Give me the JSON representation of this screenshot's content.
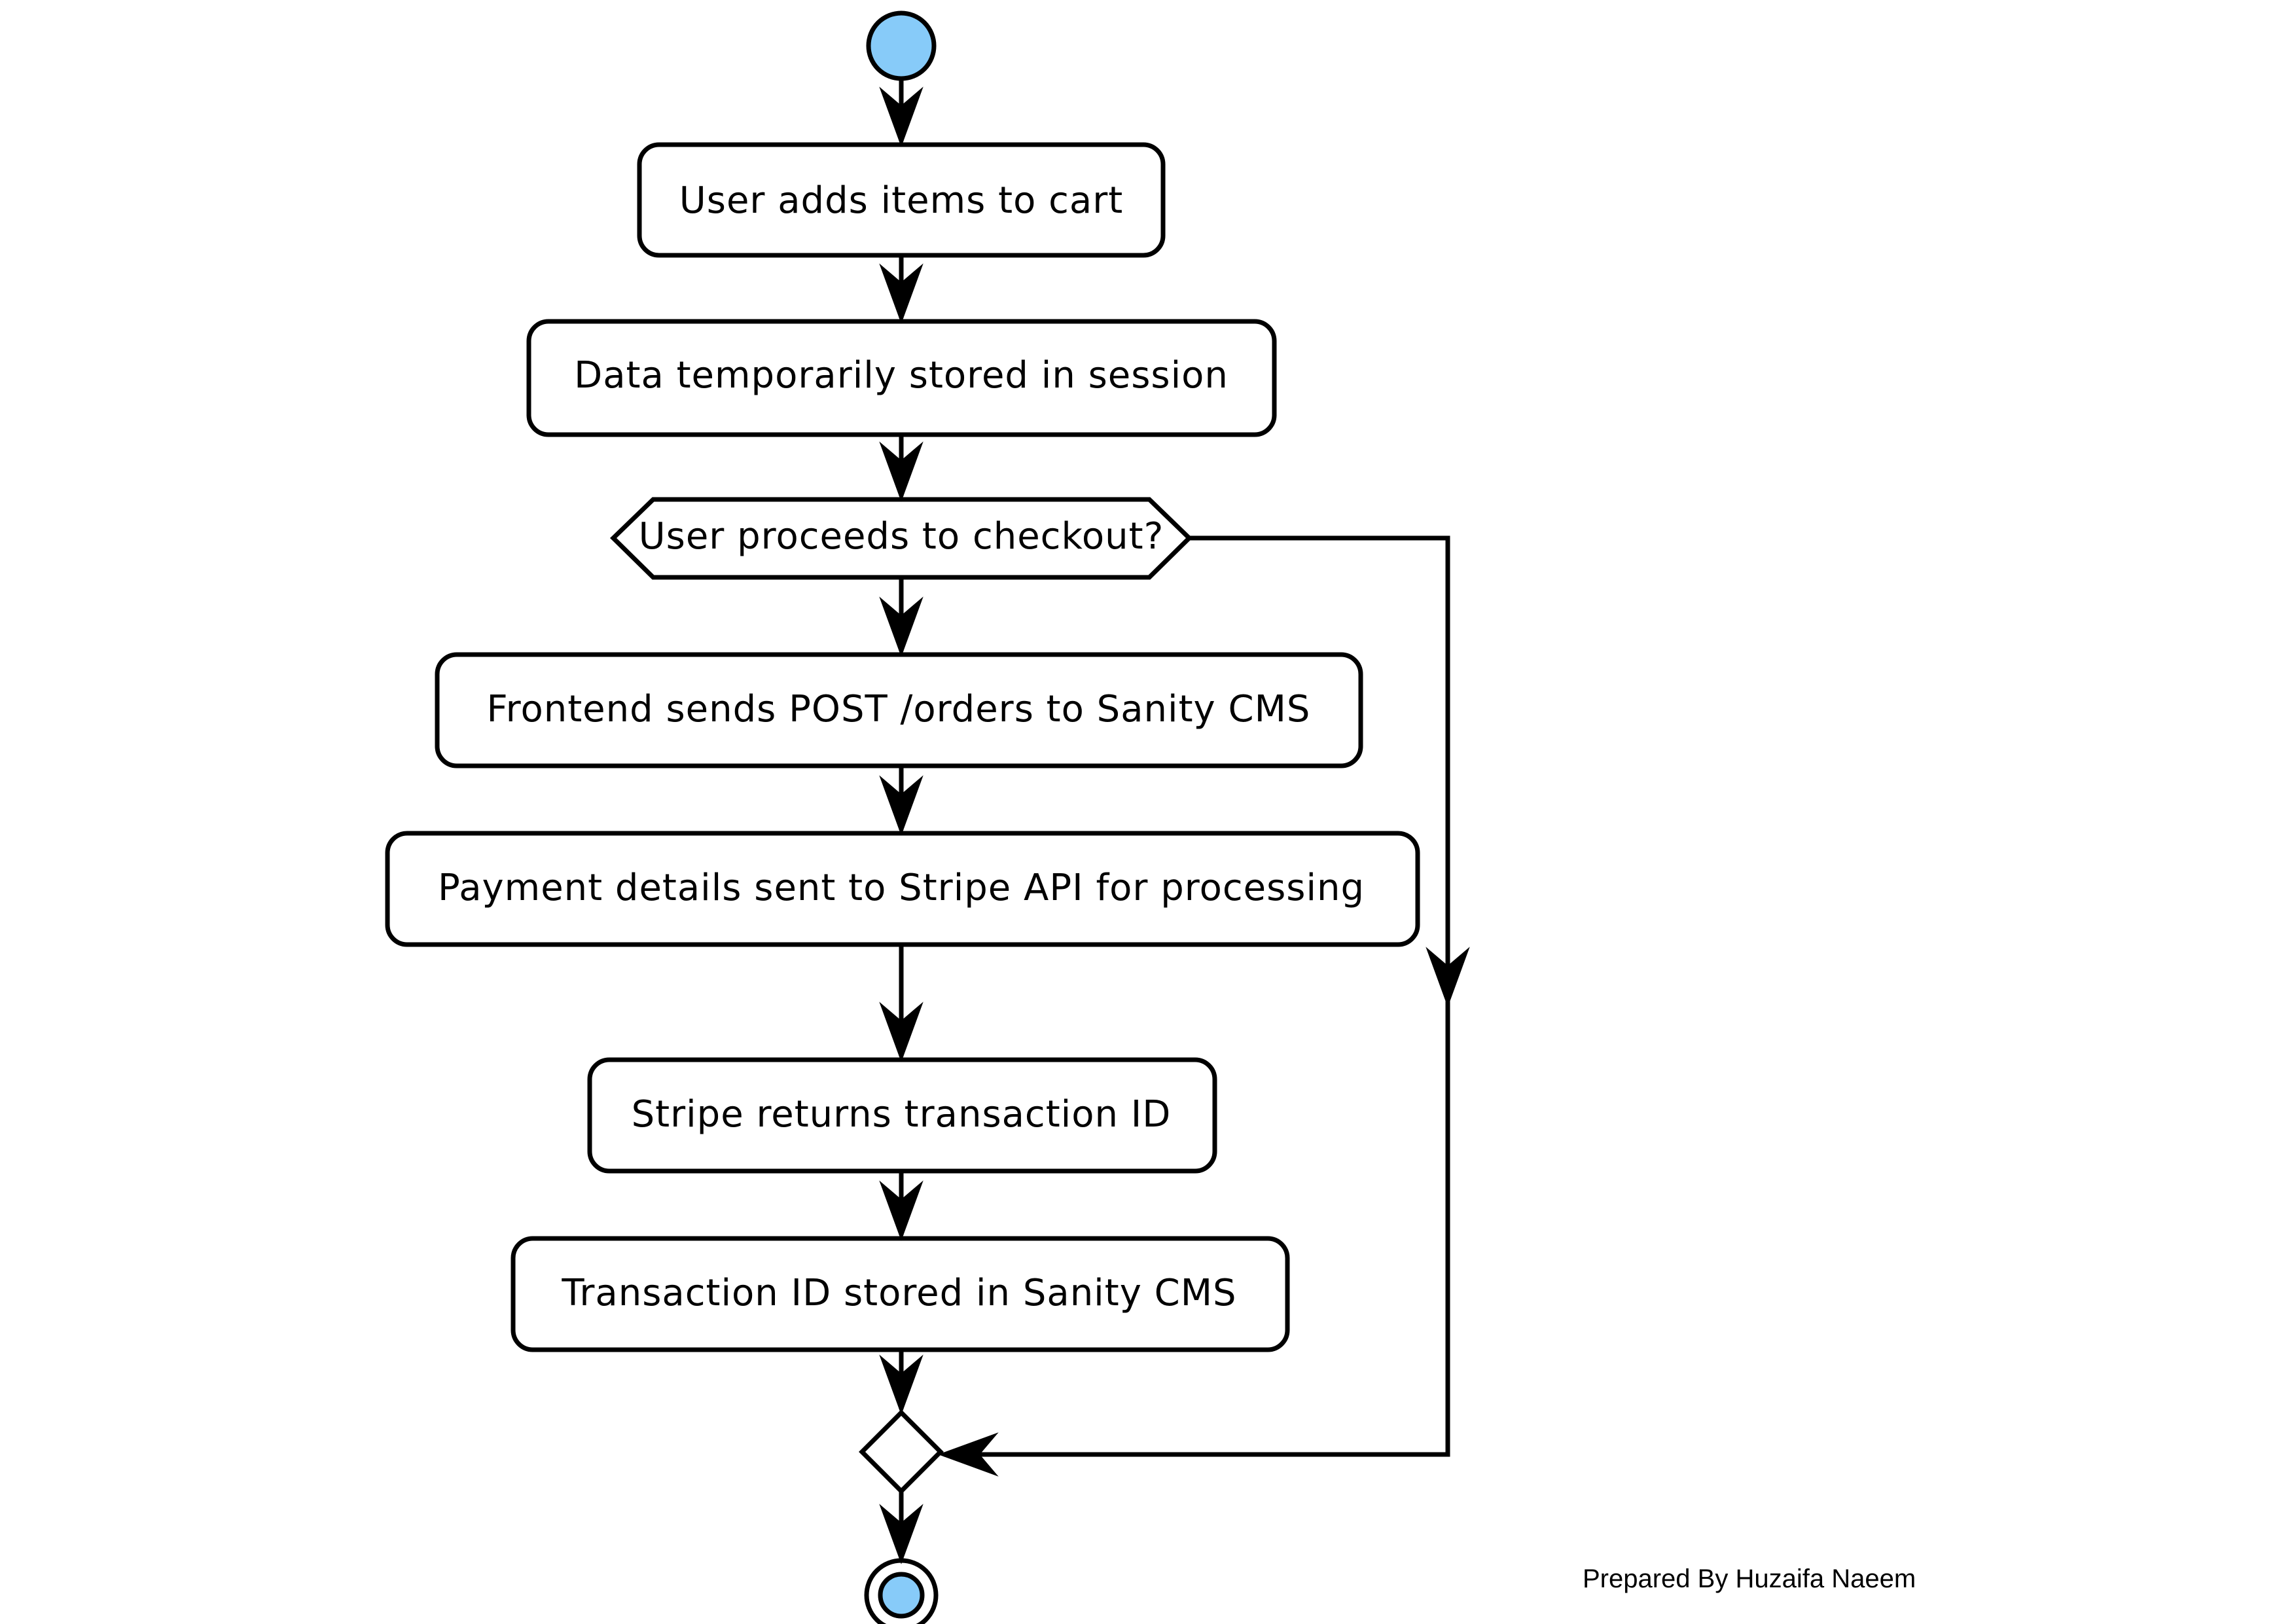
{
  "diagram": {
    "colors": {
      "stroke": "#000000",
      "node_fill": "#ffffff",
      "terminal_fill": "#87cbf9"
    },
    "nodes": [
      {
        "id": "start",
        "kind": "initial"
      },
      {
        "id": "add-items",
        "kind": "action",
        "label": "User adds items to cart"
      },
      {
        "id": "session",
        "kind": "action",
        "label": "Data temporarily stored in session"
      },
      {
        "id": "checkout",
        "kind": "decision",
        "label": "User proceeds to checkout?"
      },
      {
        "id": "post-orders",
        "kind": "action",
        "label": "Frontend sends POST /orders to Sanity CMS"
      },
      {
        "id": "stripe-process",
        "kind": "action",
        "label": "Payment details sent to Stripe API for processing"
      },
      {
        "id": "stripe-return",
        "kind": "action",
        "label": "Stripe returns transaction ID"
      },
      {
        "id": "store-id",
        "kind": "action",
        "label": "Transaction ID stored in Sanity CMS"
      },
      {
        "id": "merge",
        "kind": "merge"
      },
      {
        "id": "end",
        "kind": "final"
      }
    ],
    "edges": [
      {
        "from": "start",
        "to": "add-items"
      },
      {
        "from": "add-items",
        "to": "session"
      },
      {
        "from": "session",
        "to": "checkout"
      },
      {
        "from": "checkout",
        "to": "post-orders"
      },
      {
        "from": "post-orders",
        "to": "stripe-process"
      },
      {
        "from": "stripe-process",
        "to": "stripe-return"
      },
      {
        "from": "stripe-return",
        "to": "store-id"
      },
      {
        "from": "store-id",
        "to": "merge"
      },
      {
        "from": "checkout",
        "to": "merge"
      },
      {
        "from": "merge",
        "to": "end"
      }
    ],
    "credit": "Prepared By Huzaifa Naeem"
  }
}
